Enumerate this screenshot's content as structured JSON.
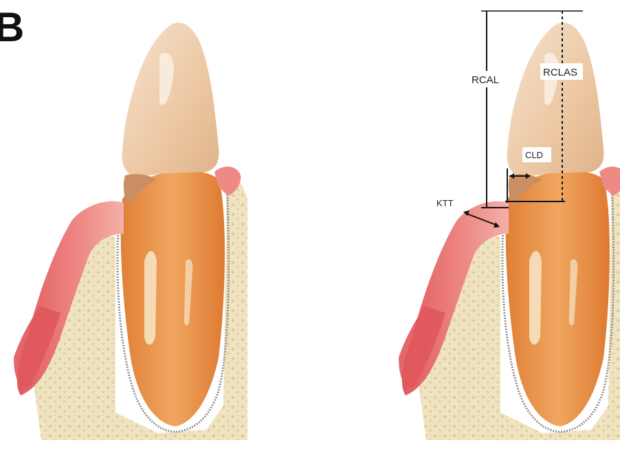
{
  "panel_label": "B",
  "labels": {
    "rcal": "RCAL",
    "rclas": "RCLAS",
    "cld": "CLD",
    "ktt": "KTT"
  },
  "colors": {
    "bone": "#efe3bd",
    "bone_dots": "#d8c79a",
    "root": "#e8914a",
    "root_light": "#f2b47a",
    "crown": "#efcfae",
    "gingiva": "#e46a6a",
    "gingiva_light": "#f0a0a0",
    "pdl": "#8e8e8e",
    "line": "#111111",
    "label_text": "#222222",
    "label_bg": "#ffffff"
  }
}
